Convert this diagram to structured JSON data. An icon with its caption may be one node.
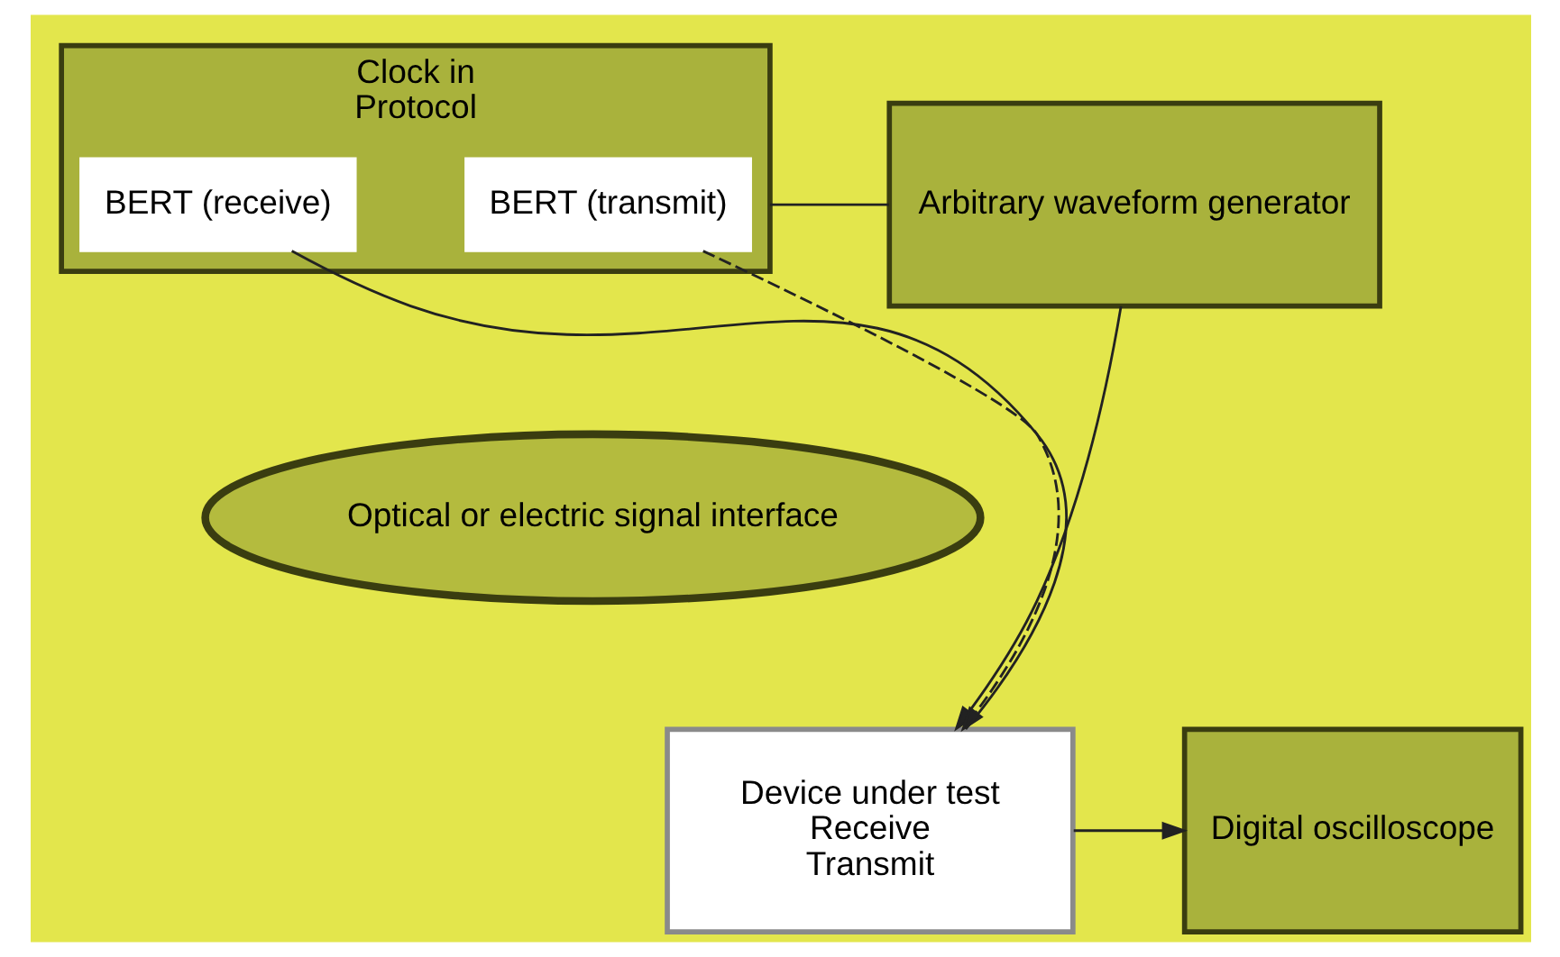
{
  "diagram": {
    "nodes": [
      {
        "text": [
          "Arbitrary waveform generator"
        ]
      },
      {
        "text": [
          "Clock in",
          "Protocol"
        ]
      },
      {
        "text": [
          "BERT (transmit)"
        ],
        "in": 1
      },
      {
        "text": [
          "BERT (receive)"
        ],
        "in": 1
      },
      {
        "text": [
          "Optical or electric signal interface"
        ]
      },
      {
        "text": [
          "Device under test",
          "Receive",
          "Transmit"
        ]
      },
      {
        "text": [
          "Digital oscilloscope"
        ]
      }
    ],
    "edges": [
      {
        "from": 0,
        "to": 1,
        "arrow": "none"
      },
      {
        "from": 0,
        "to": 5,
        "arrow": "to"
      },
      {
        "from": 2,
        "to": 5,
        "arrow": "to",
        "style": "dashed"
      },
      {
        "from": 5,
        "to": 6,
        "arrow": "to"
      },
      {
        "from": 5,
        "to": 3,
        "arrow": "none"
      }
    ]
  }
}
